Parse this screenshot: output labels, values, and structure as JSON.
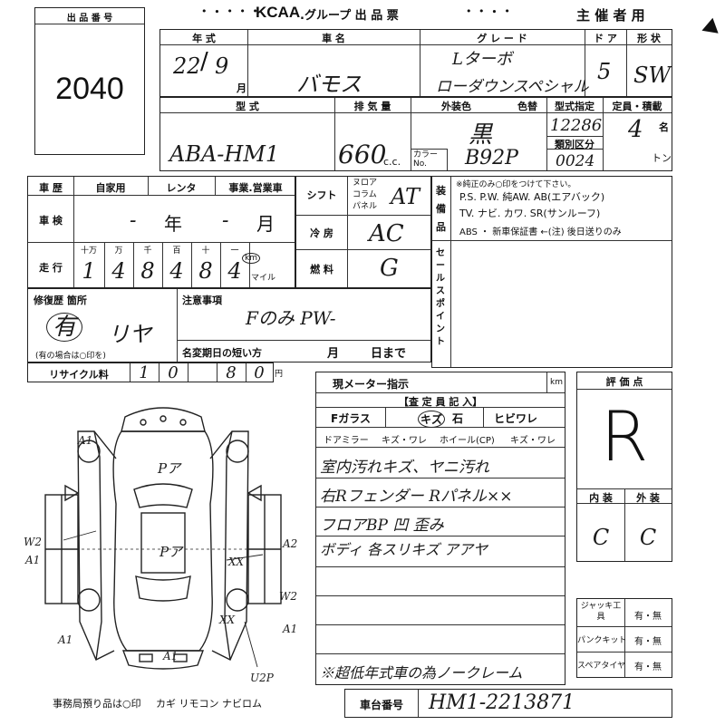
{
  "header": {
    "lot_label": "出 品 番 号",
    "lot_number": "2040",
    "org_logo": "KCAA",
    "org_title": ".グループ  出 品 票",
    "role": "主 催 者 用"
  },
  "vehicle": {
    "year_label": "年   式",
    "name_label": "車     名",
    "grade_label": "グ レ ー ド",
    "doors_label": "ド ア",
    "body_label": "形 状",
    "year_value": "22",
    "month_value": "9",
    "month_unit": "月",
    "name_value": "バモス",
    "grade_line1": "Lターボ",
    "grade_line2": "ローダウンスペシャル",
    "doors_value": "5",
    "body_value": "SW",
    "model_label": "型     式",
    "displacement_label": "排 気 量",
    "color_label": "外装色",
    "color_num_label": "色替",
    "type_spec_label": "型式指定",
    "class_label": "類別区分",
    "capacity_label": "定員・積載",
    "model_value": "ABA-HM1",
    "displacement_value": "660",
    "displacement_unit": "c.c.",
    "color_value": "黒",
    "color_code_label": "カラー No.",
    "color_code_value": "B92P",
    "type_spec_value": "12286",
    "class_value": "0024",
    "capacity_value": "4",
    "capacity_unit1": "名",
    "capacity_unit2": "トン"
  },
  "history": {
    "label": "車 歴",
    "options": [
      "自家用",
      "レンタ",
      "事業.営業車"
    ],
    "inspection_label": "車 検",
    "inspection_year_value": "-",
    "inspection_year_unit": "年",
    "inspection_month_value": "-",
    "inspection_month_unit": "月",
    "mileage_label": "走 行",
    "mileage_units": [
      "十万",
      "万",
      "千",
      "百",
      "十",
      "一"
    ],
    "mileage_digits": [
      "1",
      "4",
      "8",
      "4",
      "8",
      "4"
    ],
    "km_label": "km",
    "mile_label": "マイル"
  },
  "equipment": {
    "shift_label": "シフト",
    "shift_options": [
      "ヌロア",
      "コラム",
      "パネル"
    ],
    "shift_value": "AT",
    "ac_label": "冷 房",
    "ac_value": "AC",
    "fuel_label": "燃 料",
    "fuel_value": "G",
    "equip_label": "装備品",
    "equip_note": "※純正のみ○印をつけて下さい。",
    "equip_line1": "P.S.  P.W.  純AW.  AB(エアバック)",
    "equip_line2": "TV.  ナビ.  カワ.  SR(サンルーフ)",
    "equip_line3": "ABS ・ 新車保証書 ←(注) 後日送りのみ",
    "sales_point_label": "セールスポイント"
  },
  "repair": {
    "label": "修復歴 箇所",
    "value": "有",
    "location": "リヤ",
    "note": "(有の場合は○印を)",
    "notes_label": "注意事項",
    "notes_value": "Fのみ PW-",
    "name_change_label": "名変期日の短い方",
    "month_unit": "月",
    "day_unit": "日まで"
  },
  "recycle": {
    "label": "リサイクル料",
    "digits": [
      "1",
      "0",
      "",
      "8",
      "0"
    ],
    "unit": "円"
  },
  "inspection": {
    "meter_label": "現メーター指示",
    "meter_unit": "km",
    "inspector_label": "【査 定 員 記 入】",
    "glass_label": "Fガラス",
    "glass_item2": "キズ",
    "glass_item3": "石",
    "glass_item4": "ヒビワレ",
    "row2_item1": "ドアミラー",
    "row2_item2": "キズ・ワレ",
    "row2_item3": "ホイール(CP)",
    "row2_item4": "キズ・ワレ",
    "remark1": "室内汚れキズ、ヤニ汚れ",
    "remark2": "右Rフェンダー Rパネル××",
    "remark3": "フロアBP 凹 歪み",
    "remark4": "ボディ 各スリキズ アアヤ",
    "remark5": "※超低年式車の為ノークレーム",
    "score_label": "評 価 点",
    "score_value": "R",
    "interior_label": "内 装",
    "exterior_label": "外 装",
    "interior_value": "C",
    "exterior_value": "C"
  },
  "tools": {
    "jack_label": "ジャッキ工具",
    "puncture_label": "パンクキット",
    "spare_label": "スペアタイヤ",
    "options": "有・無"
  },
  "footer": {
    "office_note": "事務局預り品は○印",
    "items": "カギ リモコン ナビロム",
    "chassis_label": "車台番号",
    "chassis_value": "HM1-2213871"
  },
  "diagram": {
    "marks": [
      "A1",
      "Pア",
      "Pア",
      "W2",
      "A1",
      "A2",
      "XX",
      "W2",
      "A1",
      "XX",
      "A1",
      "A1",
      "U2P"
    ]
  }
}
